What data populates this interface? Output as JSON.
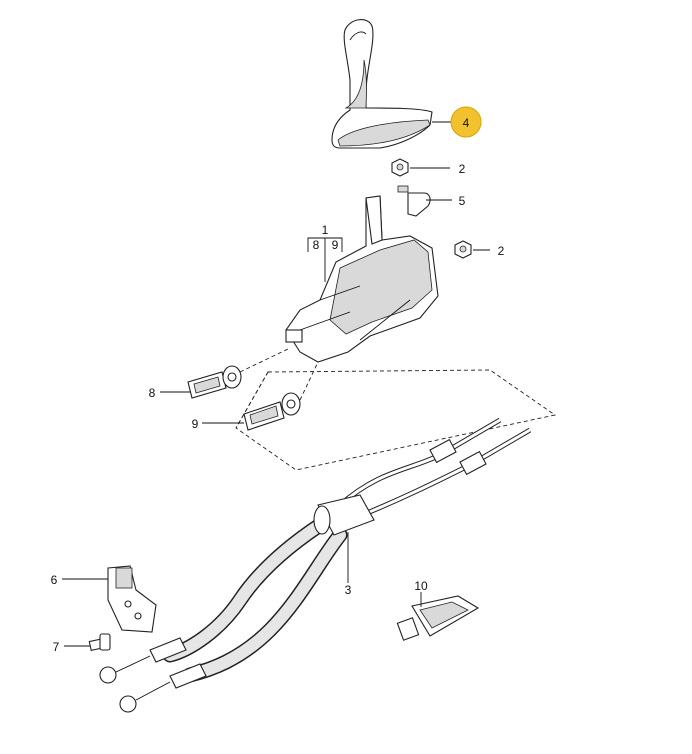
{
  "diagram": {
    "highlight_color": "#f2c12e",
    "callouts": [
      {
        "id": "c4",
        "text": "4"
      },
      {
        "id": "c2a",
        "text": "2"
      },
      {
        "id": "c5",
        "text": "5"
      },
      {
        "id": "c1",
        "text": "1"
      },
      {
        "id": "c8a",
        "text": "8"
      },
      {
        "id": "c9a",
        "text": "9"
      },
      {
        "id": "c2b",
        "text": "2"
      },
      {
        "id": "c8",
        "text": "8"
      },
      {
        "id": "c9",
        "text": "9"
      },
      {
        "id": "c6",
        "text": "6"
      },
      {
        "id": "c3",
        "text": "3"
      },
      {
        "id": "c10",
        "text": "10"
      },
      {
        "id": "c7",
        "text": "7"
      }
    ]
  }
}
